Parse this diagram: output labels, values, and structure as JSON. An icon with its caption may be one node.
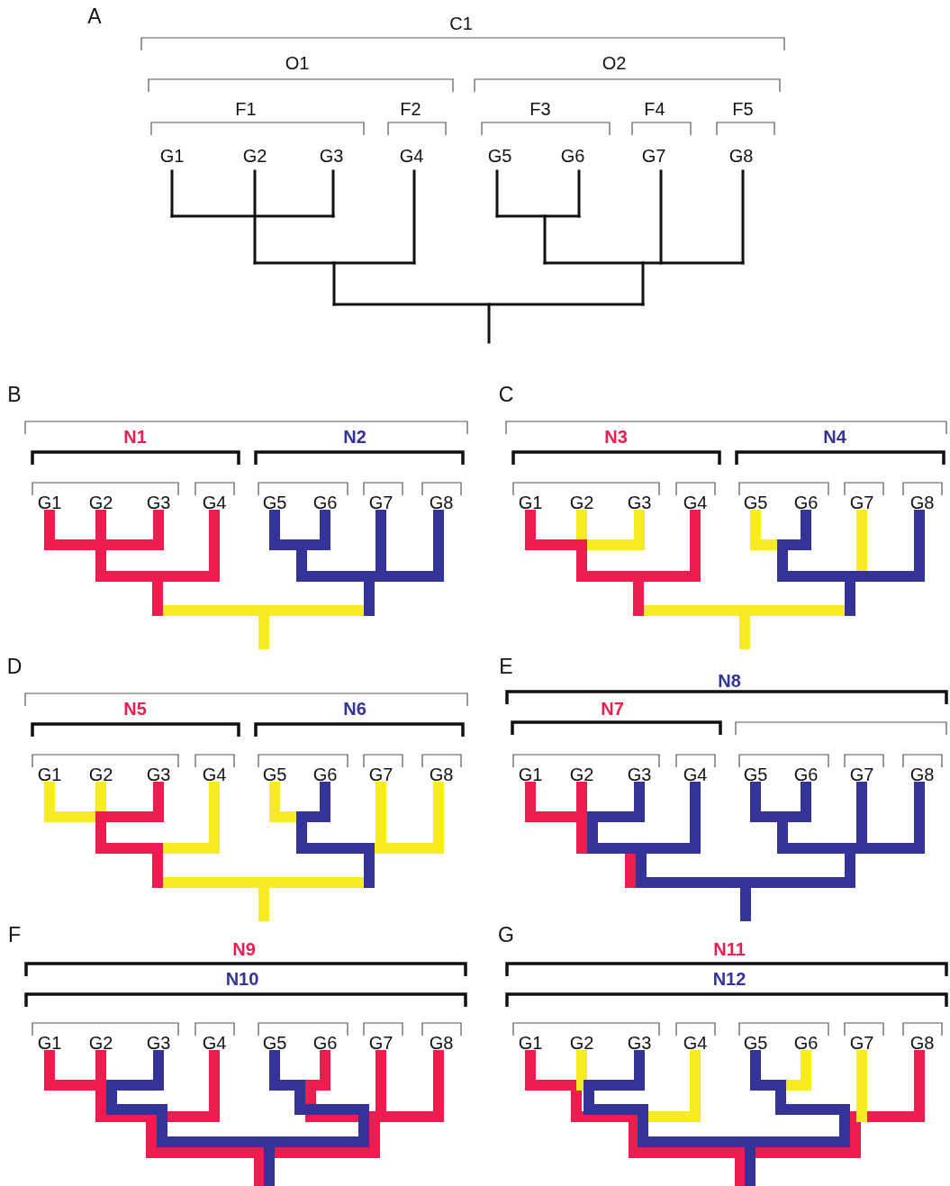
{
  "diagram": {
    "labels": [
      "A",
      "C1",
      "O1",
      "O2",
      "F1",
      "F2",
      "F3",
      "F4",
      "F5",
      "G1",
      "G2",
      "G3",
      "G4",
      "G5",
      "G6",
      "G7",
      "G8",
      "B",
      "N1",
      "N2",
      "G1",
      "G2",
      "G3",
      "G4",
      "G5",
      "G6",
      "G7",
      "G8",
      "C",
      "N3",
      "N4",
      "G1",
      "G2",
      "G3",
      "G4",
      "G5",
      "G6",
      "G7",
      "G8",
      "D",
      "N5",
      "N6",
      "G1",
      "G2",
      "G3",
      "G4",
      "G5",
      "G6",
      "G7",
      "G8",
      "E",
      "N8",
      "N7",
      "G1",
      "G2",
      "G3",
      "G4",
      "G5",
      "G6",
      "G7",
      "G8",
      "F",
      "N9",
      "N10",
      "G1",
      "G2",
      "G3",
      "G4",
      "G5",
      "G6",
      "G7",
      "G8",
      "G",
      "N11",
      "N12",
      "G1",
      "G2",
      "G3",
      "G4",
      "G5",
      "G6",
      "G7",
      "G8"
    ]
  }
}
